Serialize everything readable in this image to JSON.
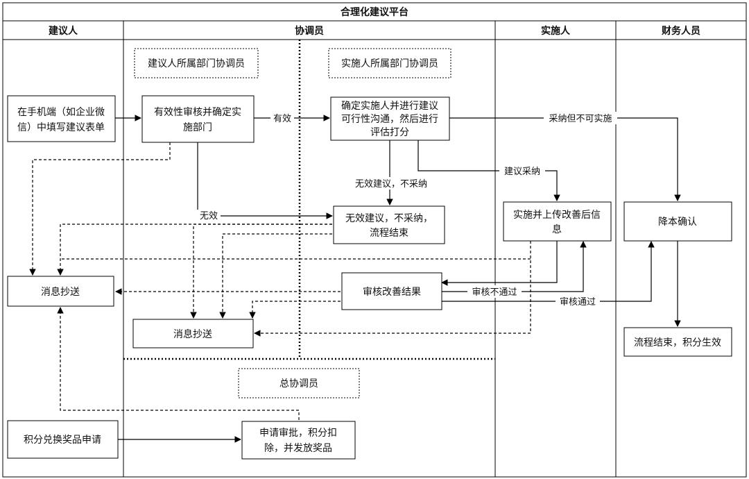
{
  "title": "合理化建议平台",
  "lanes": {
    "proposer": "建议人",
    "coordinator": "协调员",
    "implementer": "实施人",
    "finance": "财务人员"
  },
  "sublanes": {
    "proposer_dept": "建议人所属部门协调员",
    "implementer_dept": "实施人所属部门协调员",
    "general": "总协调员"
  },
  "boxes": {
    "fill_form": [
      "在手机端（如企业微",
      "信）中填写建议表单"
    ],
    "validity": [
      "有效性审核并确定实",
      "施部门"
    ],
    "assess": [
      "确定实施人并进行建议",
      "可行性沟通，然后进行",
      "评估打分"
    ],
    "invalid": [
      "无效建议，不采纳，",
      "流程结束"
    ],
    "implement": [
      "实施并上传改善后信",
      "息"
    ],
    "reduce": [
      "降本确认"
    ],
    "notify_proposer": [
      "消息抄送"
    ],
    "review": [
      "审核改善结果"
    ],
    "notify_coord": [
      "消息抄送"
    ],
    "end_points": [
      "流程结束，积分生效"
    ],
    "redeem": [
      "积分兑换奖品申请"
    ],
    "approve": [
      "申请审批，积分扣",
      "除，并发放奖品"
    ]
  },
  "edge_labels": {
    "valid": "有效",
    "invalid": "无效",
    "not_adopted": "无效建议，不采纳",
    "adopted": "建议采纳",
    "adopted_not_impl": "采纳但不可实施",
    "review_fail": "审核不通过",
    "review_pass": "审核通过"
  }
}
